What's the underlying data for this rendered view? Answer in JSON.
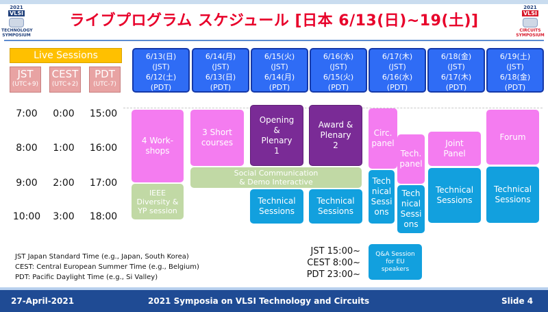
{
  "title": "ライブプログラム スケジュール [日本 6/13(日)~19(土)]",
  "logos": {
    "left": {
      "year": "2021",
      "mark": "VLSI",
      "line1": "TECHNOLOGY",
      "line2": "SYMPOSIUM"
    },
    "right": {
      "year": "2021",
      "mark": "VLSI",
      "line1": "CIRCUITS",
      "line2": "SYMPOSIUM"
    }
  },
  "live_sessions_label": "Live Sessions",
  "timezones": [
    {
      "name": "JST",
      "offset": "(UTC+9)"
    },
    {
      "name": "CEST",
      "offset": "(UTC+2)"
    },
    {
      "name": "PDT",
      "offset": "(UTC-7)"
    }
  ],
  "days": [
    {
      "jst": "6/13(日)",
      "jst_tag": "(JST)",
      "pdt": "6/12(土)",
      "pdt_tag": "(PDT)"
    },
    {
      "jst": "6/14(月)",
      "jst_tag": "(JST)",
      "pdt": "6/13(日)",
      "pdt_tag": "(PDT)"
    },
    {
      "jst": "6/15(火)",
      "jst_tag": "(JST)",
      "pdt": "6/14(月)",
      "pdt_tag": "(PDT)"
    },
    {
      "jst": "6/16(水)",
      "jst_tag": "(JST)",
      "pdt": "6/15(火)",
      "pdt_tag": "(PDT)"
    },
    {
      "jst": "6/17(木)",
      "jst_tag": "(JST)",
      "pdt": "6/16(水)",
      "pdt_tag": "(PDT)"
    },
    {
      "jst": "6/18(金)",
      "jst_tag": "(JST)",
      "pdt": "6/17(木)",
      "pdt_tag": "(PDT)"
    },
    {
      "jst": "6/19(土)",
      "jst_tag": "(JST)",
      "pdt": "6/18(金)",
      "pdt_tag": "(PDT)"
    }
  ],
  "times": [
    {
      "jst": "7:00",
      "cest": "0:00",
      "pdt": "15:00"
    },
    {
      "jst": "8:00",
      "cest": "1:00",
      "pdt": "16:00"
    },
    {
      "jst": "9:00",
      "cest": "2:00",
      "pdt": "17:00"
    },
    {
      "jst": "10:00",
      "cest": "3:00",
      "pdt": "18:00"
    }
  ],
  "sessions": {
    "workshops": "4 Work-shops",
    "ieee": "IEEE Diversity & YP session",
    "short_courses": "3 Short courses",
    "social": "Social Communication & Demo Interactive",
    "opening": "Opening & Plenary 1",
    "award": "Award & Plenary 2",
    "tech_sessions": "Technical Sessions",
    "circ_panel": "Circ. panel",
    "tech_panel": "Tech. panel",
    "tech_split_a": "Tech nical Sessi ons",
    "tech_split_b": "Tech nical Sessi ons",
    "joint_panel": "Joint Panel",
    "forum": "Forum",
    "qa": "Q&A Session for EU speakers"
  },
  "legend": [
    "JST Japan Standard Time (e.g., Japan, South Korea)",
    "CEST: Central European Summer Time (e.g., Belgium)",
    "PDT: Pacific Daylight Time (e.g., Si Valley)"
  ],
  "qa_times": [
    "JST 15:00~",
    "CEST 8:00~",
    "PDT 23:00~"
  ],
  "footer": {
    "date": "27-April-2021",
    "event": "2021 Symposia on VLSI Technology and Circuits",
    "slide": "Slide 4"
  },
  "colors": {
    "title": "#e8002a",
    "day_header": "#2f6cf5",
    "workshop": "#f47cf0",
    "plenary": "#7a2b96",
    "technical": "#12a0de",
    "social": "#c1d9a5",
    "live": "#ffc000",
    "timezone": "#e8a3a3",
    "footer": "#1f4b94"
  }
}
